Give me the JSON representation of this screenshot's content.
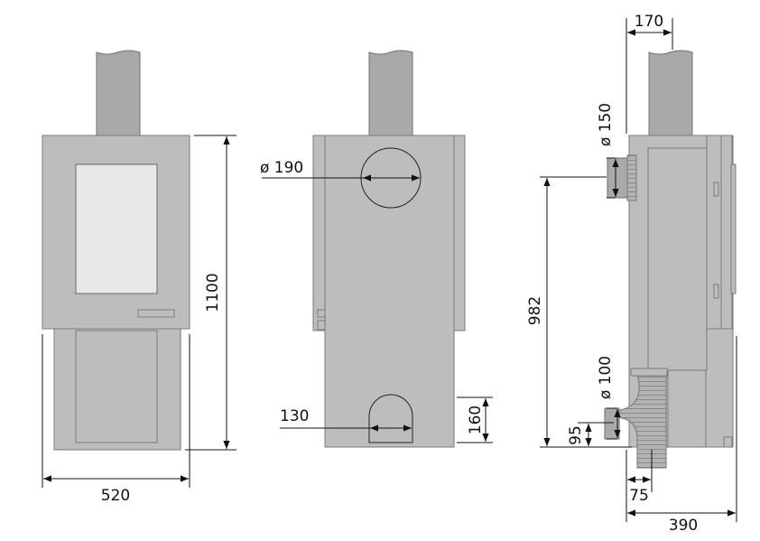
{
  "views": {
    "front": {
      "width_label": "520",
      "height_label": "1100"
    },
    "back": {
      "top_diameter_label": "ø 190",
      "bottom_opening_label": "130",
      "bottom_height_label": "160"
    },
    "side": {
      "depth_top_label": "170",
      "top_flue_label": "ø 150",
      "flue_height_label": "982",
      "bottom_flue_label": "ø 100",
      "bottom_offset_label": "95",
      "bottom_depth_label": "75",
      "total_depth_label": "390"
    }
  }
}
